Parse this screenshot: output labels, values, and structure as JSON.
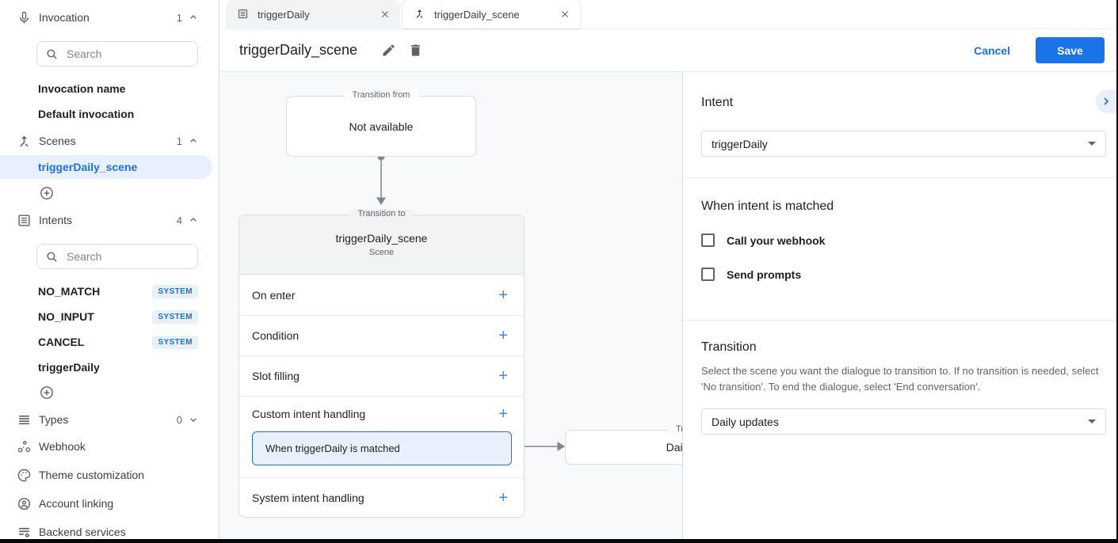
{
  "colors": {
    "accent": "#1a73e8",
    "highlight": "#e8f0fe",
    "canvas_bg": "#f8f9fa"
  },
  "icons": {
    "mic-icon": "microphone",
    "scenes-icon": "merge-arrow",
    "intents-icon": "list-in-box",
    "types-icon": "stacked-lines",
    "webhook-icon": "linked-nodes",
    "palette-icon": "palette",
    "account-icon": "person-circle",
    "backend-icon": "lines-gear",
    "search-icon": "magnifier",
    "add-circle-icon": "plus-in-circle",
    "edit-icon": "pencil",
    "delete-icon": "trash",
    "close-icon": "x",
    "chevron-right-icon": ">"
  },
  "sidebar": {
    "invocation": {
      "label": "Invocation",
      "count": "1",
      "search_placeholder": "Search",
      "items": [
        "Invocation name",
        "Default invocation"
      ]
    },
    "scenes": {
      "label": "Scenes",
      "count": "1",
      "selected_item": "triggerDaily_scene"
    },
    "intents": {
      "label": "Intents",
      "count": "4",
      "search_placeholder": "Search",
      "items": [
        {
          "name": "NO_MATCH",
          "badge": "SYSTEM"
        },
        {
          "name": "NO_INPUT",
          "badge": "SYSTEM"
        },
        {
          "name": "CANCEL",
          "badge": "SYSTEM"
        },
        {
          "name": "triggerDaily",
          "badge": ""
        }
      ]
    },
    "types": {
      "label": "Types",
      "count": "0"
    },
    "links": [
      "Webhook",
      "Theme customization",
      "Account linking",
      "Backend services"
    ]
  },
  "tabs": [
    {
      "label": "triggerDaily"
    },
    {
      "label": "triggerDaily_scene"
    }
  ],
  "header": {
    "title": "triggerDaily_scene",
    "cancel_label": "Cancel",
    "save_label": "Save"
  },
  "canvas": {
    "transition_from": {
      "legend": "Transition from",
      "body": "Not available"
    },
    "scene_node": {
      "legend": "Transition to",
      "title": "triggerDaily_scene",
      "subtitle": "Scene",
      "plus": "+",
      "rows": [
        "On enter",
        "Condition",
        "Slot filling",
        "Custom intent handling"
      ],
      "matched_chip": "When triggerDaily is matched",
      "last_row": "System intent handling"
    },
    "target_node": {
      "legend": "Transition to",
      "title": "Daily updates"
    }
  },
  "panel": {
    "intent": {
      "heading": "Intent",
      "value": "triggerDaily"
    },
    "matched": {
      "heading": "When intent is matched",
      "checkboxes": [
        {
          "label": "Call your webhook",
          "checked": false
        },
        {
          "label": "Send prompts",
          "checked": false
        }
      ]
    },
    "transition": {
      "heading": "Transition",
      "description": "Select the scene you want the dialogue to transition to. If no transition is needed, select 'No transition'. To end the dialogue, select 'End conversation'.",
      "value": "Daily updates"
    }
  }
}
